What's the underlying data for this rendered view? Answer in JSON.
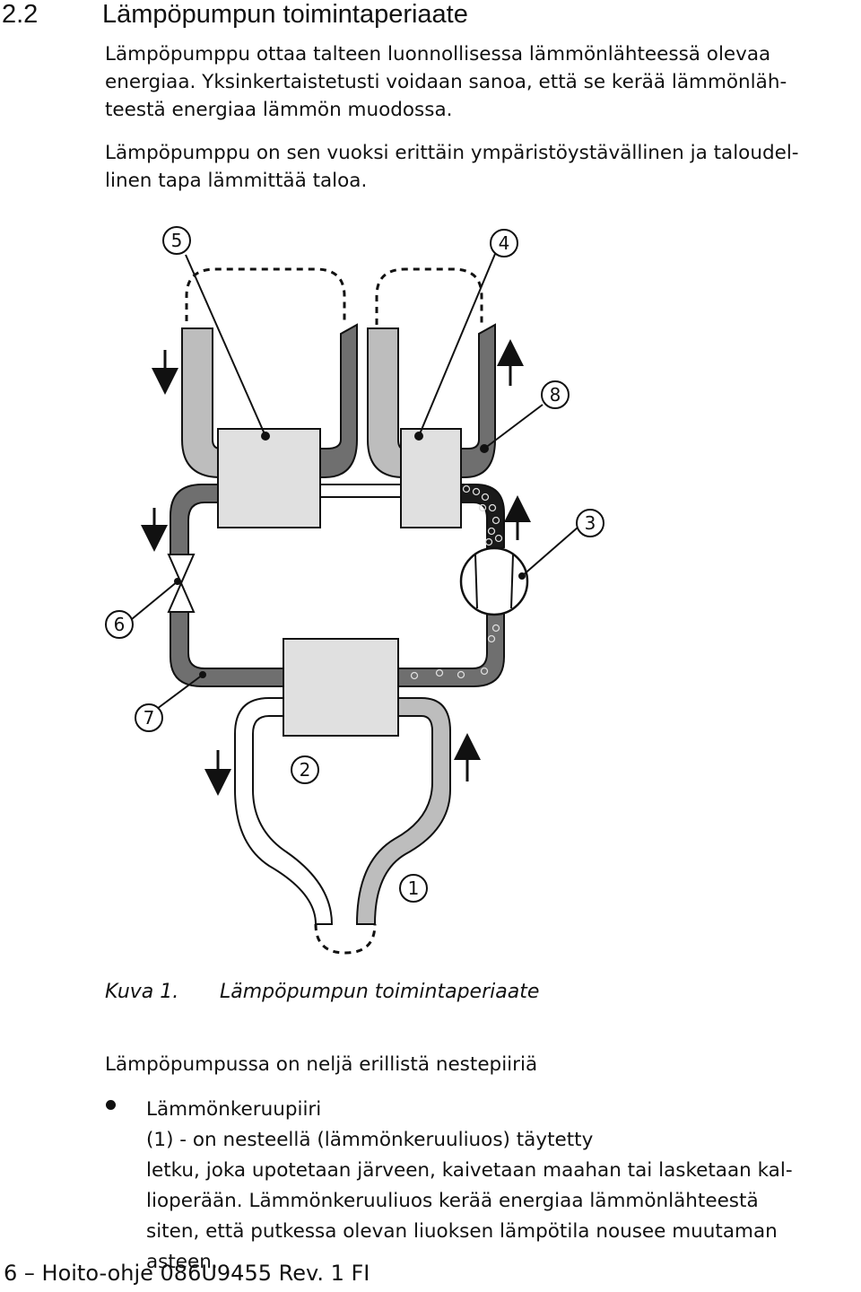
{
  "section": {
    "number": "2.2",
    "title": "Lämpöpumpun toimintaperiaate"
  },
  "intro": {
    "paragraph1": [
      "Lämpöpumppu ottaa talteen luonnollisessa lämmönlähteessä olevaa",
      "energiaa. Yksinkertaistetusti voidaan sanoa, että se kerää lämmönläh-",
      "teestä energiaa lämmön muodossa."
    ],
    "paragraph2": [
      "Lämpöpumppu on sen vuoksi erittäin ympäristöystävällinen ja taloudel-",
      "linen tapa lämmittää taloa."
    ]
  },
  "diagram": {
    "callouts": [
      "1",
      "2",
      "3",
      "4",
      "5",
      "6",
      "7",
      "8"
    ],
    "colors": {
      "light_pipe": "#bdbdbd",
      "dark_pipe": "#6f6f6f",
      "hot_pipe": "#1a1a1a",
      "exchanger": "#e0e0e0",
      "outline": "#111111"
    }
  },
  "caption": {
    "label": "Kuva 1.",
    "text": "Lämpöpumpun toimintaperiaate"
  },
  "body": {
    "lead": "Lämpöpumpussa on neljä erillistä nestepiiriä",
    "bullet": {
      "term": "Lämmönkeruupiiri",
      "lines": [
        " (1) - on nesteellä (lämmönkeruuliuos) täytetty",
        "letku, joka upotetaan järveen, kaivetaan maahan tai lasketaan kal-",
        "lioperään. Lämmönkeruuliuos kerää energiaa lämmönlähteestä",
        "siten, että putkessa olevan liuoksen lämpötila nousee muutaman",
        "asteen."
      ]
    }
  },
  "footer": {
    "text": "6 – Hoito-ohje 086U9455 Rev. 1 FI"
  }
}
